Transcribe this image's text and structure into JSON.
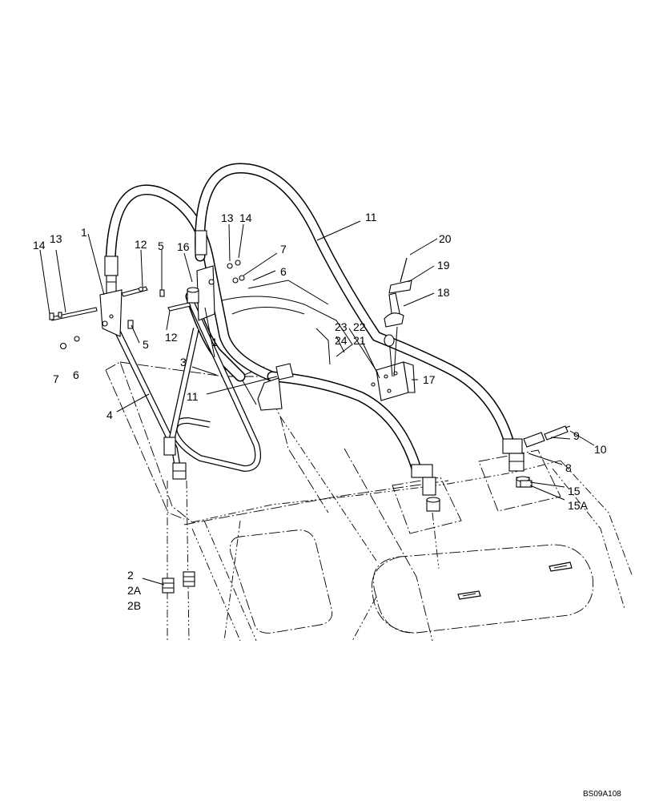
{
  "diagram": {
    "drawing_code": "BS09A108",
    "callouts": [
      {
        "id": "c-14-left",
        "label": "14"
      },
      {
        "id": "c-13-left",
        "label": "13"
      },
      {
        "id": "c-1-left",
        "label": "1"
      },
      {
        "id": "c-12-top",
        "label": "12"
      },
      {
        "id": "c-5-top",
        "label": "5"
      },
      {
        "id": "c-16",
        "label": "16"
      },
      {
        "id": "c-13-right",
        "label": "13"
      },
      {
        "id": "c-14-right",
        "label": "14"
      },
      {
        "id": "c-7-right",
        "label": "7"
      },
      {
        "id": "c-6-right",
        "label": "6"
      },
      {
        "id": "c-11-top",
        "label": "11"
      },
      {
        "id": "c-20",
        "label": "20"
      },
      {
        "id": "c-19",
        "label": "19"
      },
      {
        "id": "c-18",
        "label": "18"
      },
      {
        "id": "c-23",
        "label": "23"
      },
      {
        "id": "c-22",
        "label": "22"
      },
      {
        "id": "c-24",
        "label": "24"
      },
      {
        "id": "c-21",
        "label": "21"
      },
      {
        "id": "c-17",
        "label": "17"
      },
      {
        "id": "c-7-left",
        "label": "7"
      },
      {
        "id": "c-6-left",
        "label": "6"
      },
      {
        "id": "c-5-mid",
        "label": "5"
      },
      {
        "id": "c-12-mid",
        "label": "12"
      },
      {
        "id": "c-1-mid",
        "label": "1"
      },
      {
        "id": "c-3",
        "label": "3"
      },
      {
        "id": "c-11-mid",
        "label": "11"
      },
      {
        "id": "c-4",
        "label": "4"
      },
      {
        "id": "c-10",
        "label": "10"
      },
      {
        "id": "c-9",
        "label": "9"
      },
      {
        "id": "c-8",
        "label": "8"
      },
      {
        "id": "c-15",
        "label": "15"
      },
      {
        "id": "c-15A",
        "label": "15A"
      },
      {
        "id": "c-2",
        "label": "2"
      },
      {
        "id": "c-2A",
        "label": "2A"
      },
      {
        "id": "c-2B",
        "label": "2B"
      }
    ]
  }
}
